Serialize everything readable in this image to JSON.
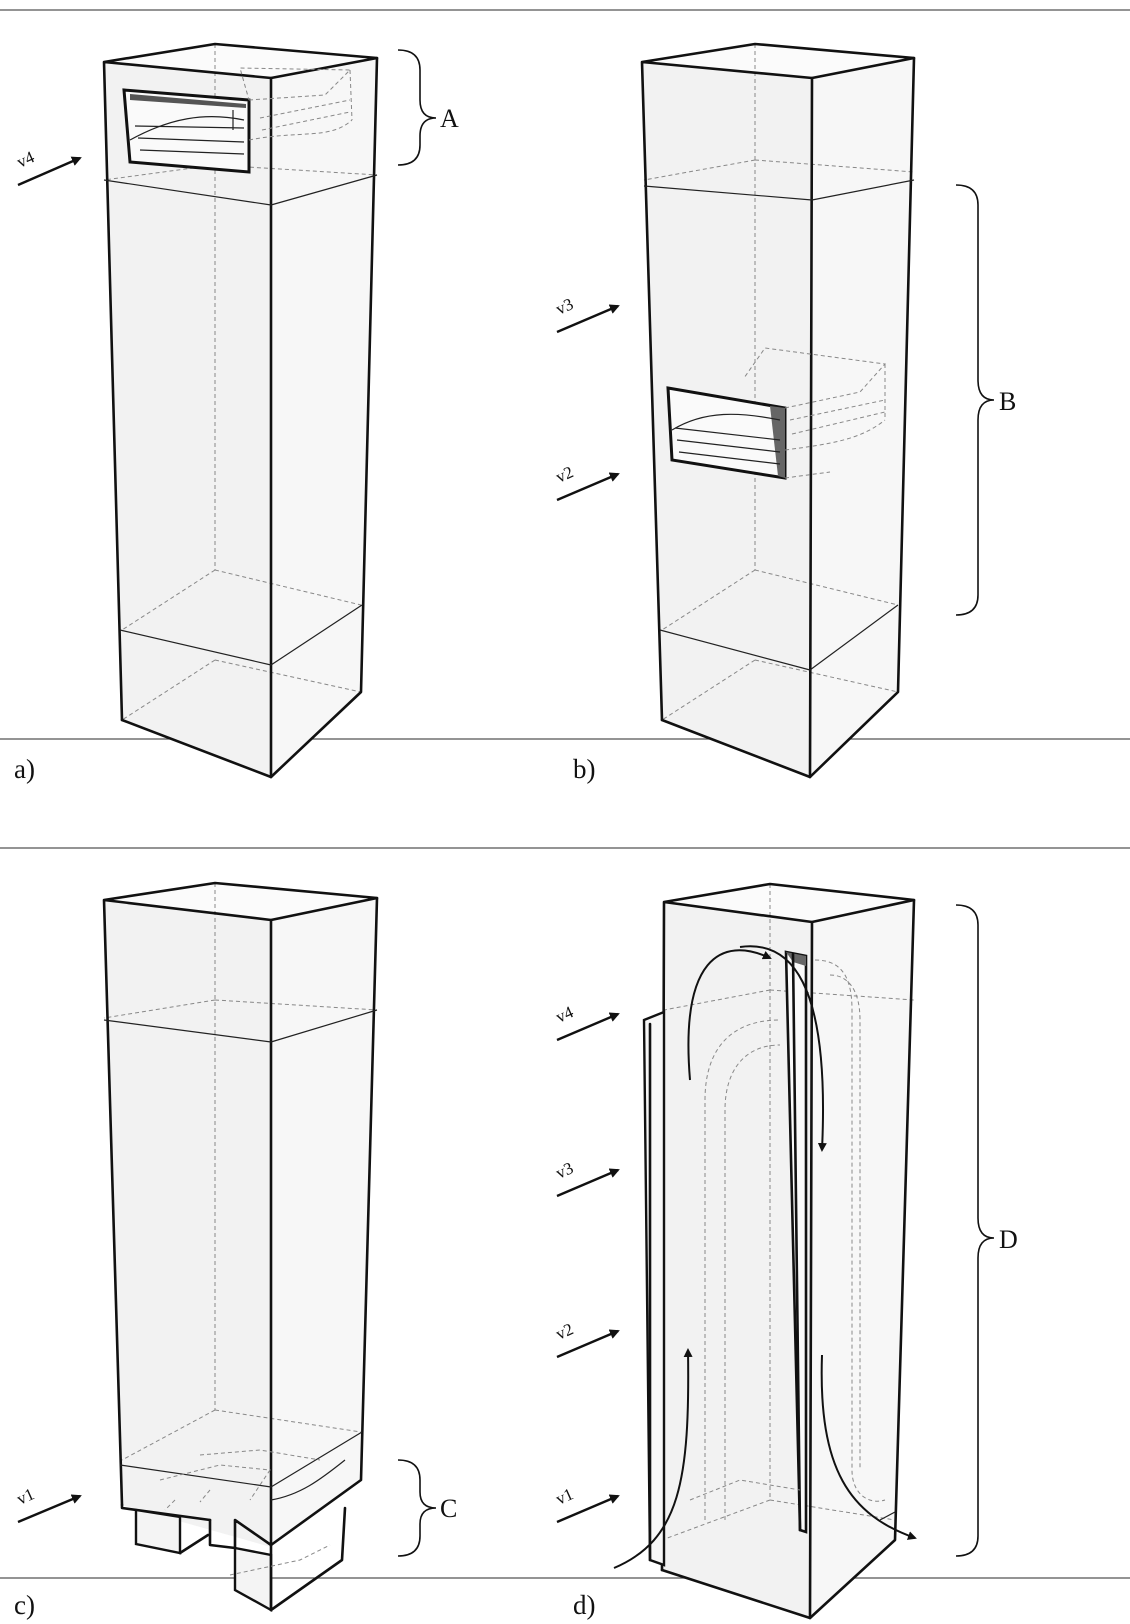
{
  "panels": {
    "a": {
      "label": "a)",
      "brace_label": "A",
      "arrows": [
        "v4"
      ]
    },
    "b": {
      "label": "b)",
      "brace_label": "B",
      "arrows": [
        "v3",
        "v2"
      ]
    },
    "c": {
      "label": "c)",
      "brace_label": "C",
      "arrows": [
        "v1"
      ]
    },
    "d": {
      "label": "d)",
      "brace_label": "D",
      "arrows": [
        "v4",
        "v3",
        "v2",
        "v1"
      ]
    }
  }
}
